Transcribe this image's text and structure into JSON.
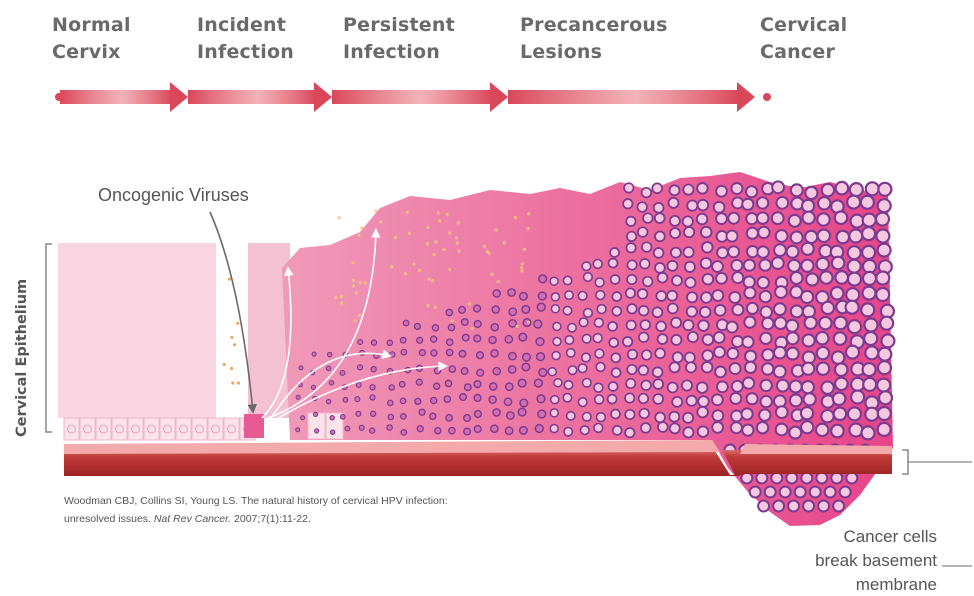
{
  "stages": [
    {
      "line1": "Normal",
      "line2": "Cervix"
    },
    {
      "line1": "Incident",
      "line2": "Infection"
    },
    {
      "line1": "Persistent",
      "line2": "Infection"
    },
    {
      "line1": "Precancerous",
      "line2": "Lesions"
    },
    {
      "line1": "Cervical",
      "line2": "Cancer"
    }
  ],
  "labels": {
    "viruses": "Oncogenic Viruses",
    "epithelium": "Cervical Epithelium",
    "cancer_line1": "Cancer cells",
    "cancer_line2": "break basement",
    "cancer_line3": "membrane"
  },
  "citation": {
    "line1": "Woodman CBJ, Collins SI, Young LS. The natural history of cervical HPV infection:",
    "line2_prefix": "unresolved issues. ",
    "journal": "Nat Rev Cancer.",
    "line2_suffix": " 2007;7(1):11-22."
  },
  "colors": {
    "arrow": "#d9475a",
    "normal_tissue": "#f7d0dd",
    "infected_tissue": "#ee6f9c",
    "cancer_tissue": "#e8408a",
    "basement": "#b83232",
    "nucleus": "#7b3a8f"
  }
}
